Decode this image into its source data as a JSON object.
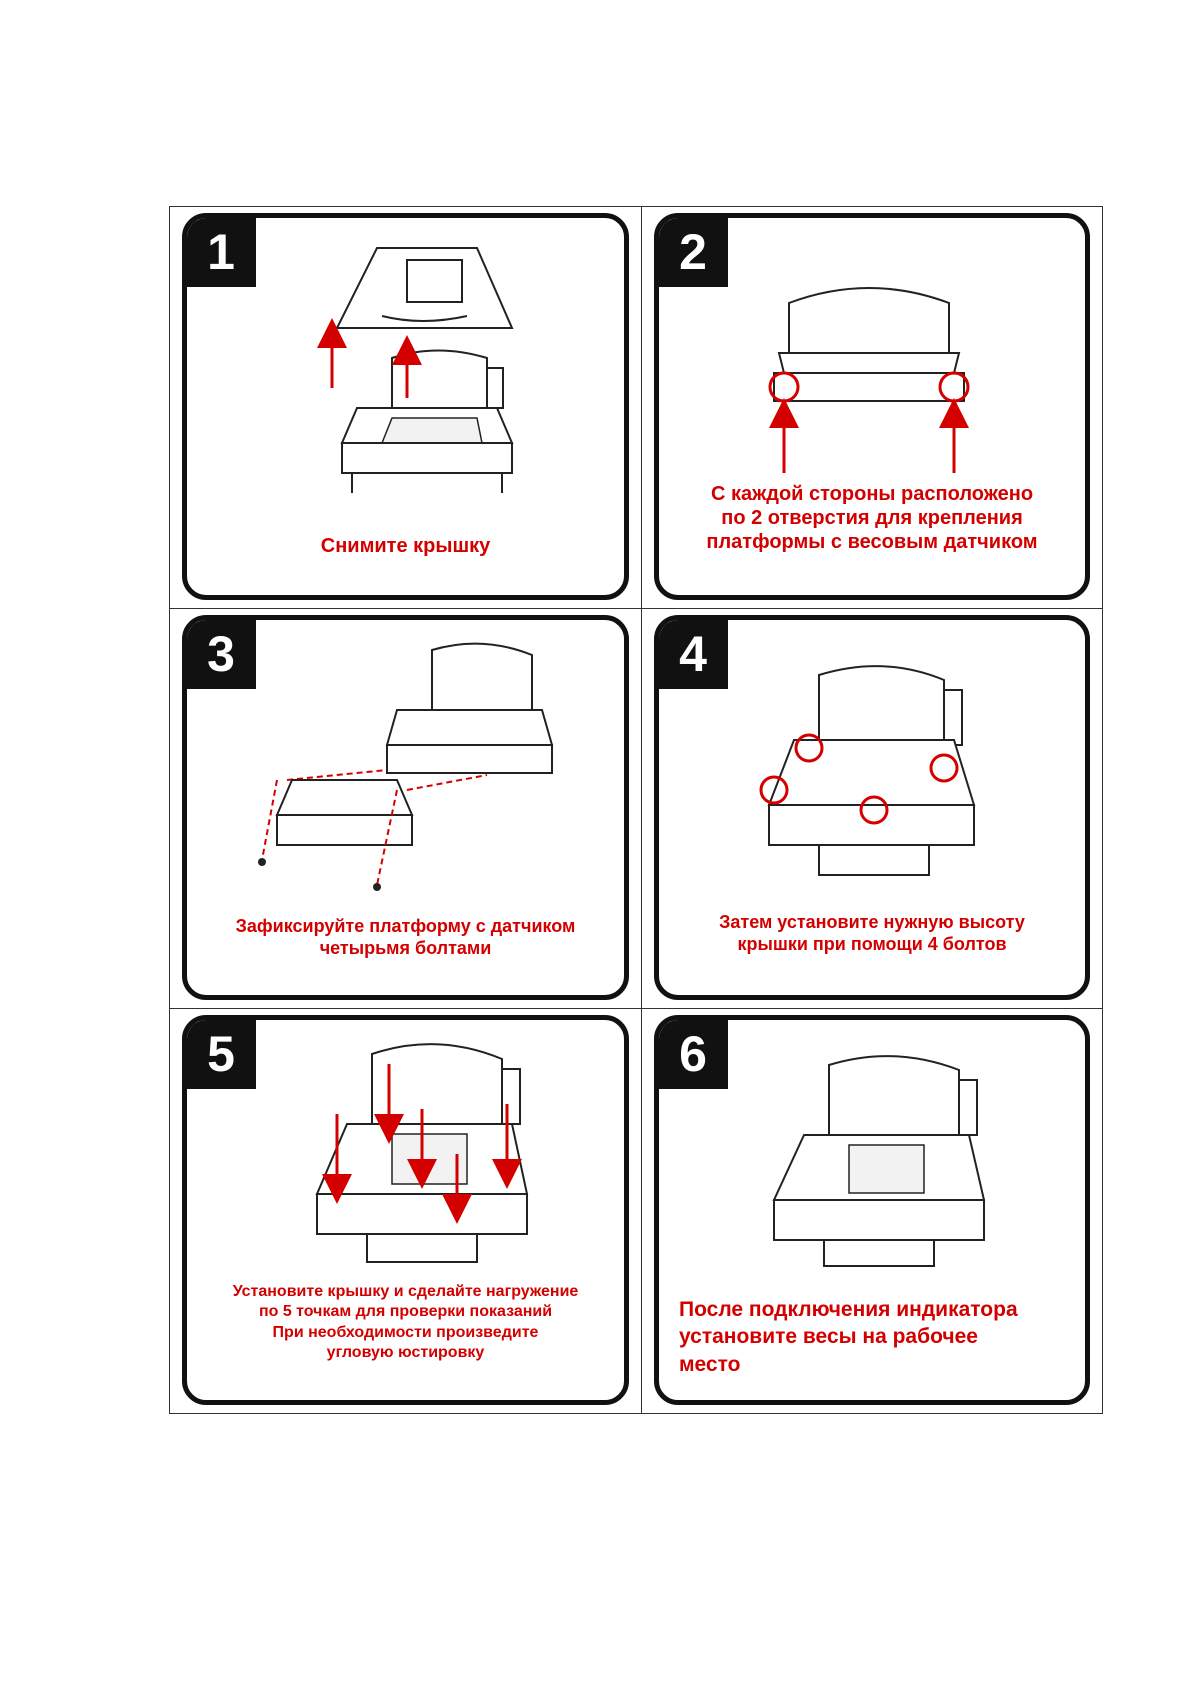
{
  "steps": [
    {
      "number": "1",
      "lines": [
        "Снимите крышку"
      ]
    },
    {
      "number": "2",
      "lines": [
        "С каждой стороны расположено",
        "по 2 отверстия для крепления",
        "платформы с весовым датчиком"
      ]
    },
    {
      "number": "3",
      "lines": [
        "Зафиксируйте платформу с датчиком",
        "четырьмя болтами"
      ]
    },
    {
      "number": "4",
      "lines": [
        "Затем установите нужную высоту",
        "крышки при помощи 4 болтов"
      ]
    },
    {
      "number": "5",
      "lines": [
        "Установите крышку и сделайте нагружение",
        "по 5 точкам для  проверки показаний",
        "При необходимости произведите",
        "угловую  юстировку"
      ]
    },
    {
      "number": "6",
      "lines": [
        "После подключения индикатора",
        "установите весы на рабочее",
        "место"
      ]
    }
  ],
  "colors": {
    "accent": "#d40000",
    "frame": "#111111"
  }
}
